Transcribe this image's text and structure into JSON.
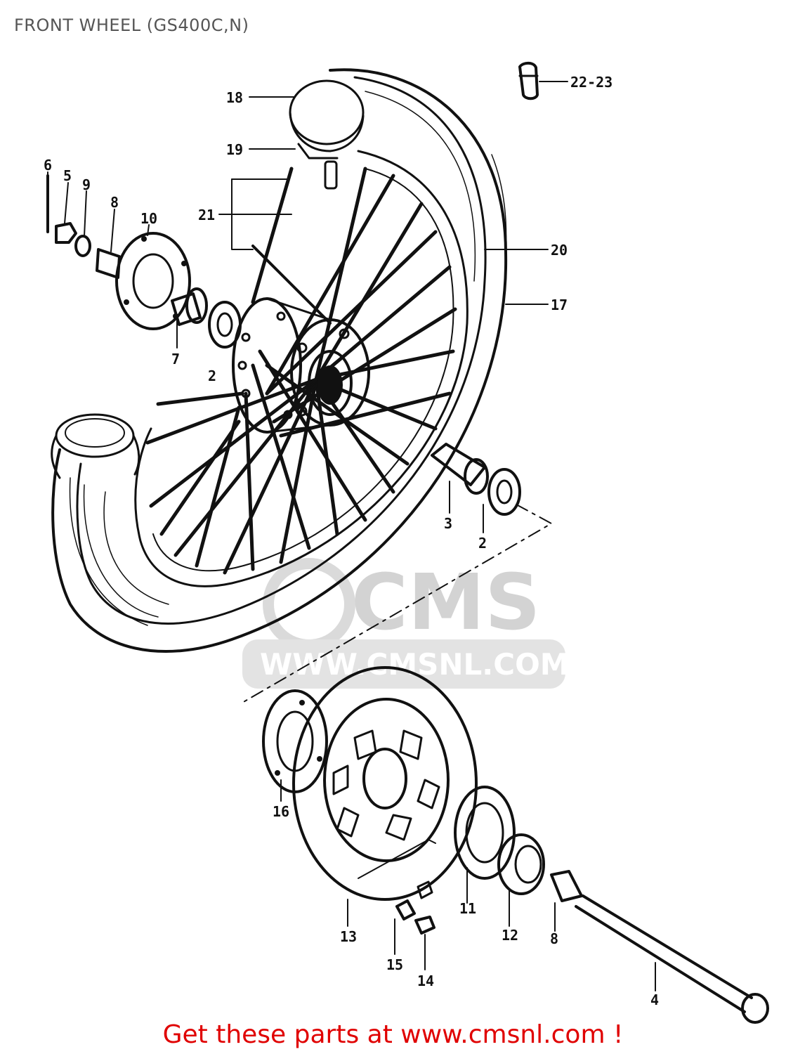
{
  "title": "FRONT WHEEL (GS400C,N)",
  "footer": "Get these parts at www.cmsnl.com !",
  "watermark": {
    "logo_text": "CMS",
    "url_text": "WWW.CMSNL.COM"
  },
  "colors": {
    "ink": "#111111",
    "title": "#555555",
    "footer": "#e00000",
    "watermark": "#cfcfcf"
  },
  "callouts": {
    "c1": "18",
    "c2": "19",
    "c3": "22-23",
    "c4": "6",
    "c5": "5",
    "c6": "9",
    "c7": "8",
    "c8": "10",
    "c9": "21",
    "c10": "20",
    "c11": "17",
    "c12": "7",
    "c13": "2",
    "c14": "3",
    "c15": "2",
    "c16": "16",
    "c17": "13",
    "c18": "11",
    "c19": "12",
    "c20": "8",
    "c21": "15",
    "c22": "14",
    "c23": "4"
  }
}
